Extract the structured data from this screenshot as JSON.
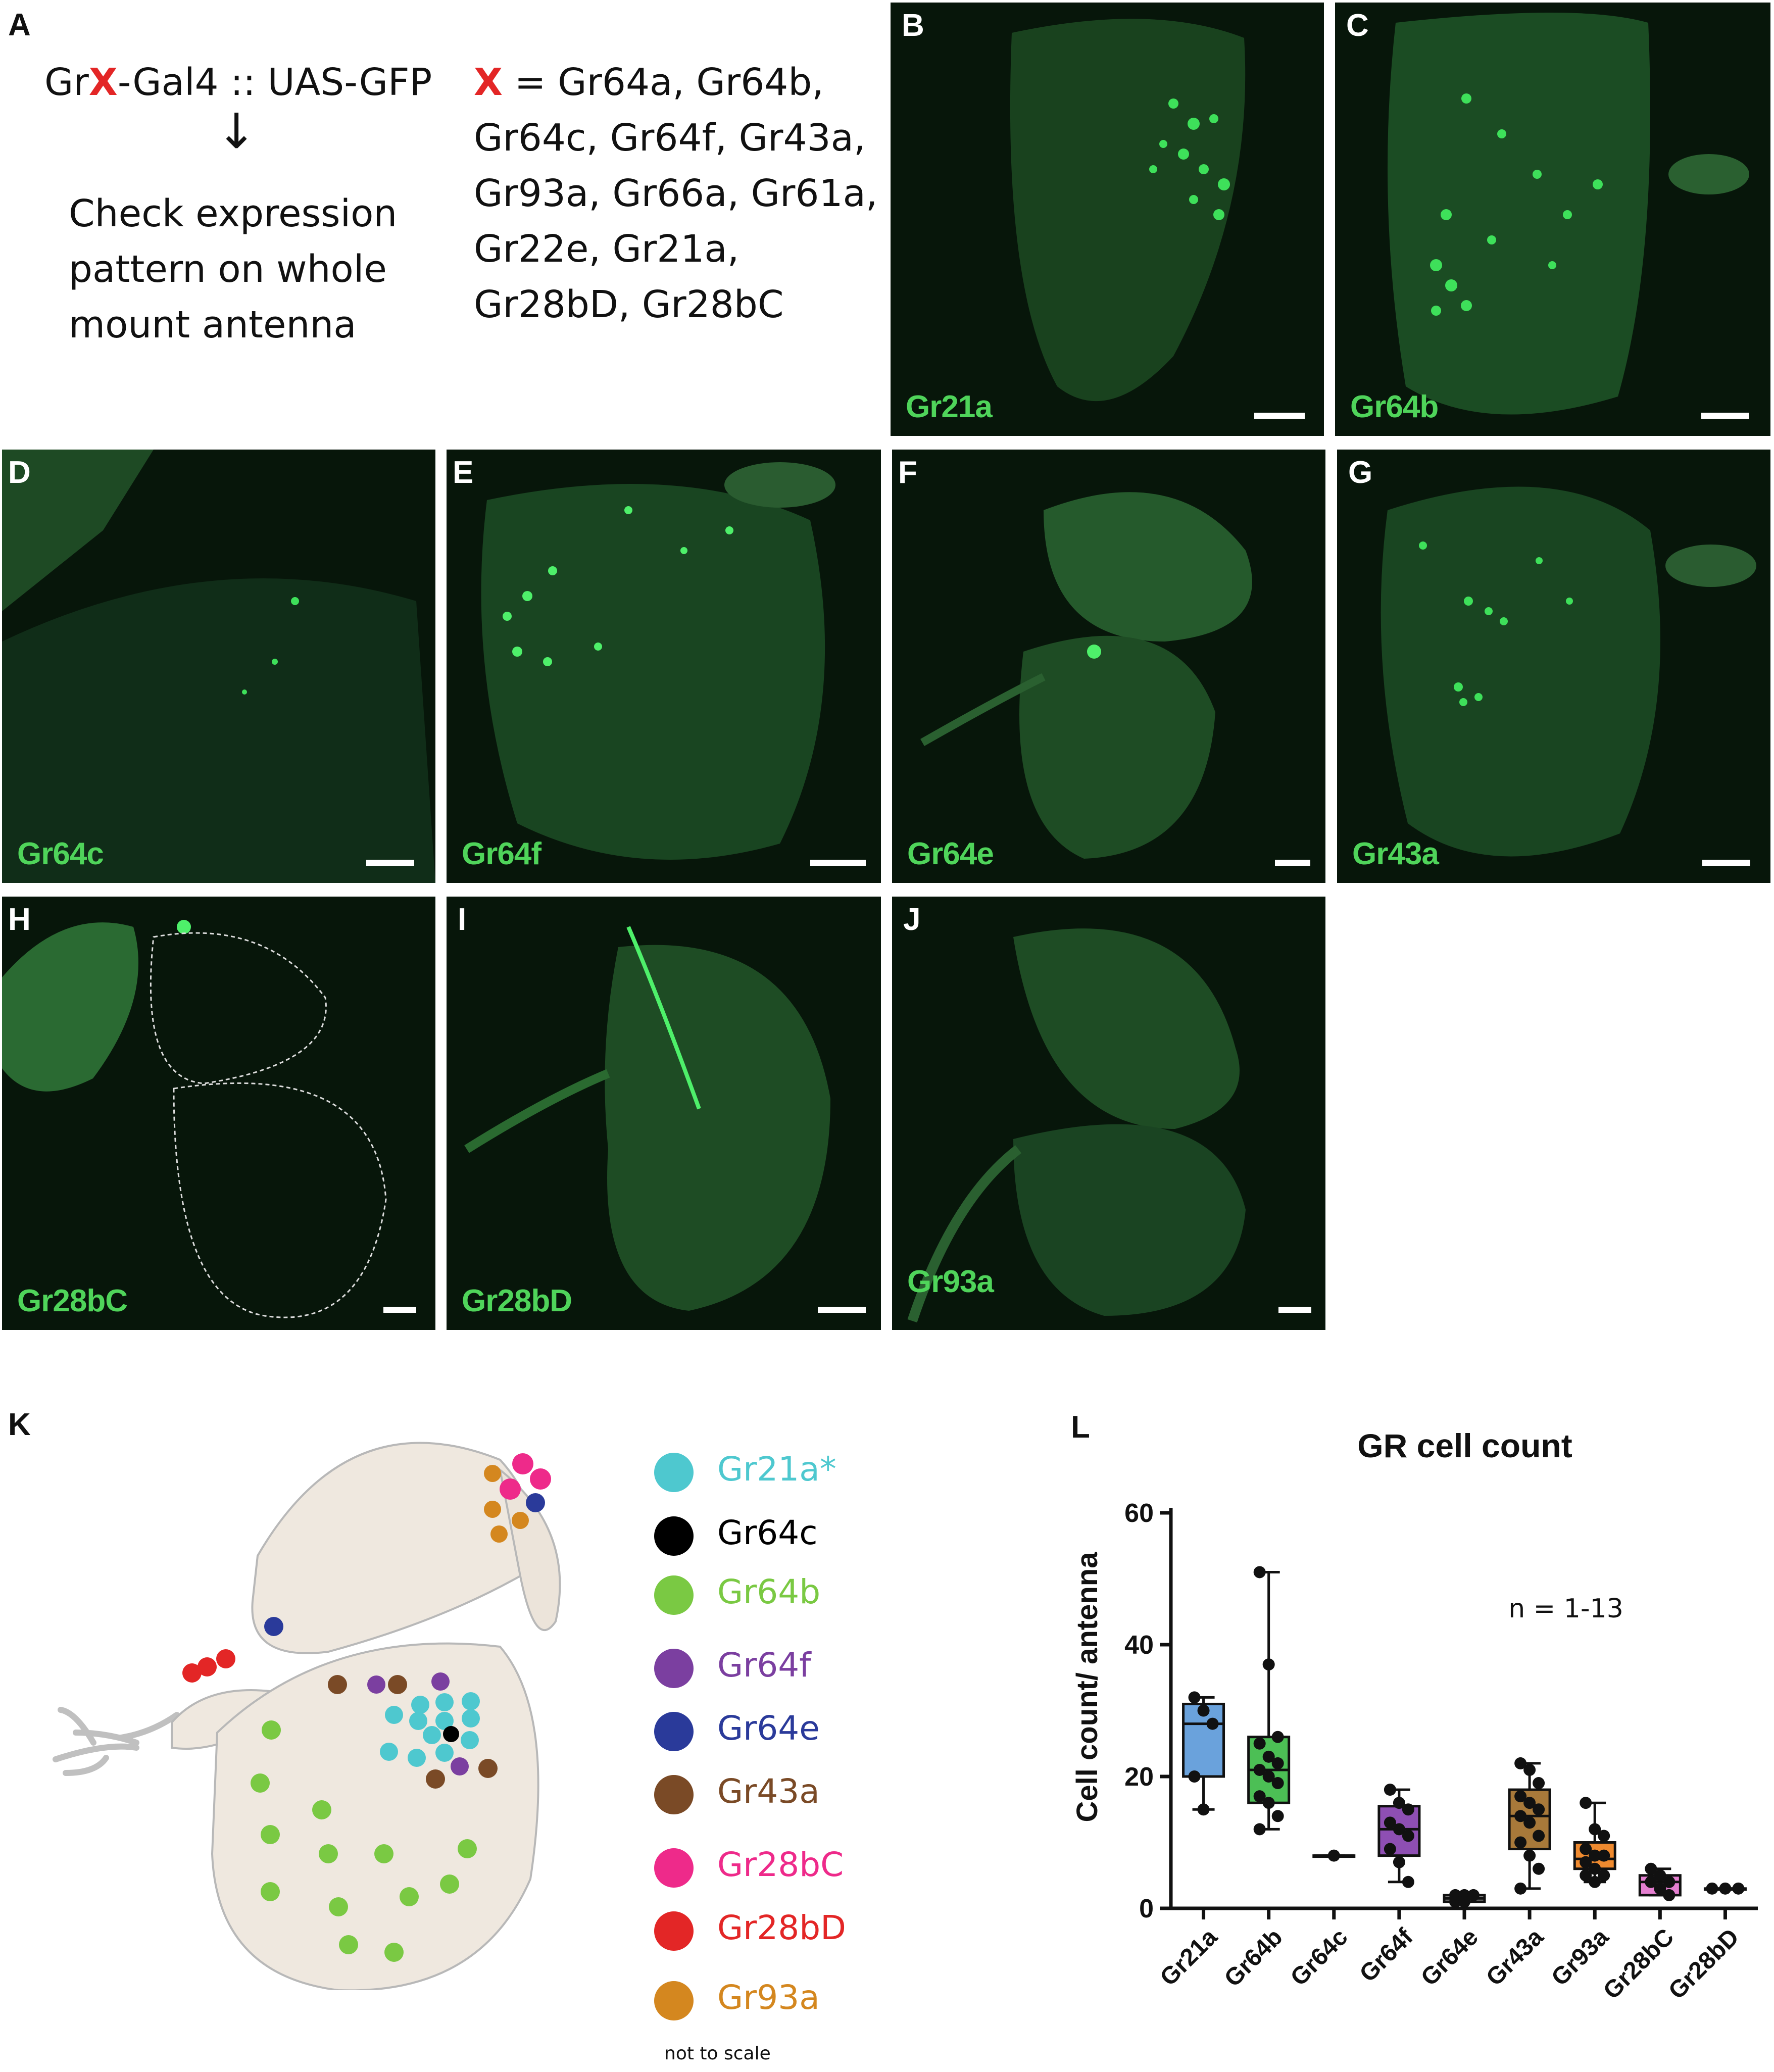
{
  "panel_letters": {
    "a": "A",
    "b": "B",
    "c": "C",
    "d": "D",
    "e": "E",
    "f": "F",
    "g": "G",
    "h": "H",
    "i": "I",
    "j": "J",
    "k": "K",
    "l": "L"
  },
  "panel_a": {
    "construct_prefix": "Gr",
    "construct_x": "X",
    "construct_suffix": "-Gal4 :: UAS-GFP",
    "arrow": "↓",
    "check_lines": [
      "Check expression",
      "pattern on whole",
      "mount antenna"
    ],
    "x_symbol": "X",
    "x_lines": [
      " = Gr64a, Gr64b,",
      "Gr64c, Gr64f, Gr43a,",
      "Gr93a, Gr66a, Gr61a,",
      "Gr22e, Gr21a,",
      "Gr28bD, Gr28bC"
    ]
  },
  "micro_labels": {
    "b": "Gr21a",
    "c": "Gr64b",
    "d": "Gr64c",
    "e": "Gr64f",
    "f": "Gr64e",
    "g": "Gr43a",
    "h": "Gr28bC",
    "i": "Gr28bD",
    "j": "Gr93a"
  },
  "legend": [
    {
      "label": "Gr21a*",
      "color": "#4ec8cf"
    },
    {
      "label": "Gr64c",
      "color": "#000000"
    },
    {
      "label": "Gr64b",
      "color": "#7ac943"
    },
    {
      "label": "Gr64f",
      "color": "#7b3fa0"
    },
    {
      "label": "Gr64e",
      "color": "#2a3a9a"
    },
    {
      "label": "Gr43a",
      "color": "#7a4a26"
    },
    {
      "label": "Gr28bC",
      "color": "#ee2a8a"
    },
    {
      "label": "Gr28bD",
      "color": "#e32626"
    },
    {
      "label": "Gr93a",
      "color": "#d4871f"
    }
  ],
  "not_to_scale": "not to scale",
  "chart_data": {
    "type": "box",
    "title": "GR cell count",
    "ylabel": "Cell count/ antenna",
    "xlabel": "",
    "ylim": [
      0,
      60
    ],
    "yticks": [
      0,
      20,
      40,
      60
    ],
    "annotation": "n = 1-13",
    "categories": [
      "Gr21a",
      "Gr64b",
      "Gr64c",
      "Gr64f",
      "Gr64e",
      "Gr43a",
      "Gr93a",
      "Gr28bC",
      "Gr28bD"
    ],
    "colors": [
      "#6aa2dc",
      "#4cbf55",
      "#888888",
      "#8e4fb3",
      "#bbbbbb",
      "#a8793a",
      "#ef8a2f",
      "#e47fd0",
      "#bbbbbb"
    ],
    "boxes": [
      {
        "min": 15,
        "q1": 20,
        "median": 28,
        "q3": 31,
        "max": 32,
        "points": [
          32,
          30,
          28,
          20,
          15
        ]
      },
      {
        "min": 12,
        "q1": 16,
        "median": 21,
        "q3": 26,
        "max": 51,
        "points": [
          51,
          37,
          26,
          25,
          23,
          22,
          21,
          20,
          19,
          17,
          16,
          14,
          12
        ]
      },
      {
        "min": 8,
        "q1": 8,
        "median": 8,
        "q3": 8,
        "max": 8,
        "points": [
          8
        ]
      },
      {
        "min": 4,
        "q1": 8,
        "median": 12,
        "q3": 15.5,
        "max": 18,
        "points": [
          18,
          16,
          15,
          13,
          12,
          11,
          9,
          7,
          4
        ]
      },
      {
        "min": 1,
        "q1": 1,
        "median": 1.5,
        "q3": 2,
        "max": 2,
        "points": [
          2,
          2,
          2,
          1,
          1
        ]
      },
      {
        "min": 3,
        "q1": 9,
        "median": 14,
        "q3": 18,
        "max": 22,
        "points": [
          22,
          21,
          19,
          17,
          16,
          15,
          14,
          13,
          11,
          10,
          8,
          6,
          3
        ]
      },
      {
        "min": 4,
        "q1": 6,
        "median": 7.5,
        "q3": 10,
        "max": 16,
        "points": [
          16,
          12,
          11,
          9,
          8,
          8,
          7,
          6,
          5,
          5,
          4
        ]
      },
      {
        "min": 2,
        "q1": 2,
        "median": 4,
        "q3": 5,
        "max": 6,
        "points": [
          6,
          5,
          4,
          4,
          3,
          2
        ]
      },
      {
        "min": 3,
        "q1": 3,
        "median": 3,
        "q3": 3,
        "max": 3,
        "points": [
          3,
          3,
          3
        ]
      }
    ]
  }
}
